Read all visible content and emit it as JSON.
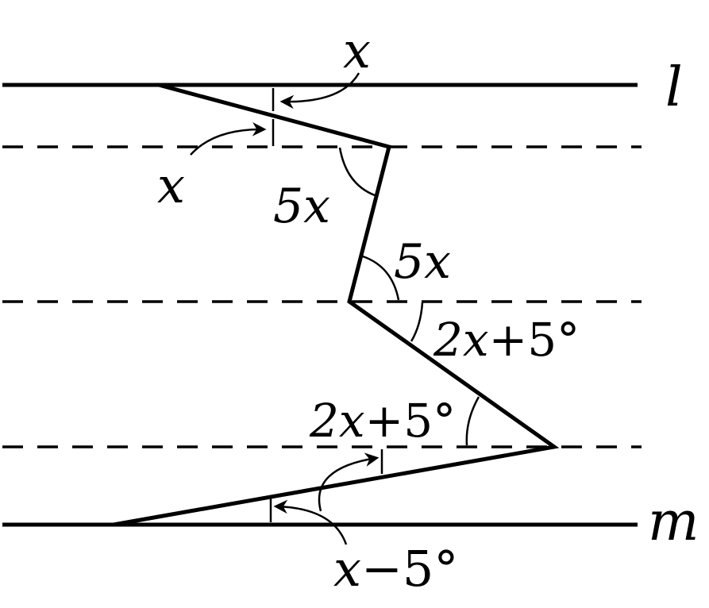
{
  "lines": {
    "top_label": "l",
    "bottom_label": "m"
  },
  "angles": {
    "x_top": "x",
    "x_left": "x",
    "five_x_left": "5x",
    "five_x_right": "5x",
    "two_x_plus_5_right_var": "2x",
    "two_x_plus_5_right_const": "+5°",
    "two_x_plus_5_left_var": "2x",
    "two_x_plus_5_left_const": "+5°",
    "x_minus_5_var": "x",
    "x_minus_5_const": "−5°"
  },
  "colors": {
    "stroke": "#000000",
    "background": "#ffffff"
  }
}
